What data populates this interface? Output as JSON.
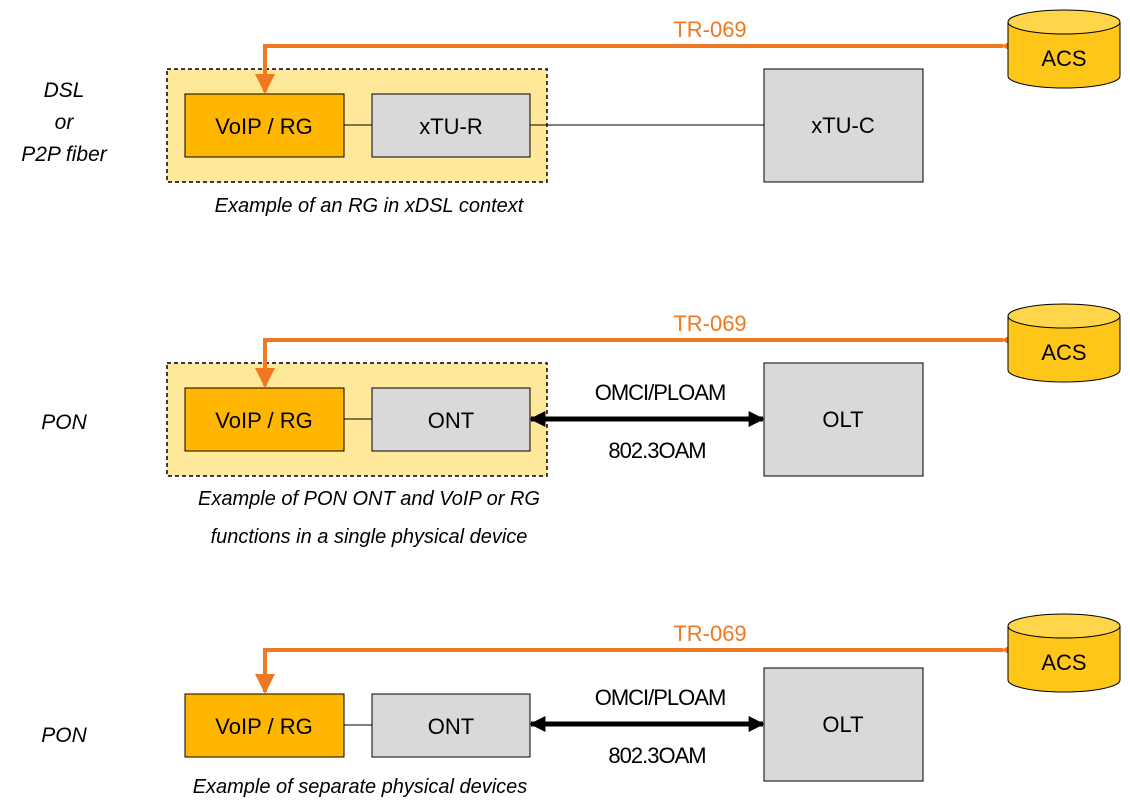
{
  "colors": {
    "protocol_line": "#F07820",
    "device_orange": "#FFB600",
    "device_gray": "#D9D9D9",
    "context_fill": "#FFE89A",
    "acs_fill": "#FFC61A",
    "text": "#000000"
  },
  "rows": [
    {
      "access_label": [
        "DSL",
        "or",
        "P2P fiber"
      ],
      "protocol": "TR-069",
      "acs": "ACS",
      "voip_rg": "VoIP / RG",
      "cpe_device": "xTU-R",
      "head_end": "xTU-C",
      "link_top": "",
      "link_bottom": "",
      "caption": [
        "Example of an RG in xDSL context"
      ]
    },
    {
      "access_label": [
        "PON"
      ],
      "protocol": "TR-069",
      "acs": "ACS",
      "voip_rg": "VoIP / RG",
      "cpe_device": "ONT",
      "head_end": "OLT",
      "link_top": "OMCI/PLOAM",
      "link_bottom": "802.3OAM",
      "caption": [
        "Example of PON ONT and VoIP or RG",
        "functions in a single physical device"
      ]
    },
    {
      "access_label": [
        "PON"
      ],
      "protocol": "TR-069",
      "acs": "ACS",
      "voip_rg": "VoIP / RG",
      "cpe_device": "ONT",
      "head_end": "OLT",
      "link_top": "OMCI/PLOAM",
      "link_bottom": "802.3OAM",
      "caption": [
        "Example of separate physical devices"
      ]
    }
  ]
}
